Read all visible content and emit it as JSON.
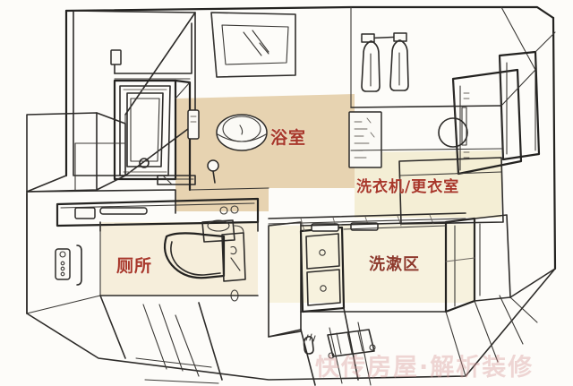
{
  "image": {
    "kind": "hand-drawn-floor-plan-illustration",
    "title": "Japanese dry-wet separated bathroom layout sketch",
    "background_color": "#fdfcf9",
    "ink_color": "#2b2b2b",
    "label_color": "#a8372a"
  },
  "zones": [
    {
      "id": "bathroom",
      "label": "浴室",
      "fill_color": "#e7d3b1",
      "contents": [
        "bathtub",
        "shower-head",
        "window",
        "towel-bar",
        "floor-drain",
        "stool"
      ]
    },
    {
      "id": "laundry",
      "label": "洗衣机/更衣室",
      "fill_color": "#f4eed5",
      "contents": [
        "washing-machine",
        "dryer",
        "hanging-clothes",
        "clothes-rail",
        "wall-poster"
      ]
    },
    {
      "id": "toilet",
      "label": "厕所",
      "fill_color": "#f6eedb",
      "contents": [
        "toilet",
        "wall-control-panel",
        "grab-bar",
        "paper-holder",
        "counter"
      ]
    },
    {
      "id": "washbasin",
      "label": "洗漱区",
      "fill_color": "#f7f2de",
      "contents": [
        "double-sink",
        "mirror-cabinet",
        "towel-shelf",
        "doorway",
        "floor-mat",
        "slippers"
      ]
    }
  ],
  "fixtures": {
    "bathtub": "bathtub-icon",
    "shower": "shower-head-icon",
    "window": "window-icon",
    "towel_bar": "towel-bar-icon",
    "washing_machine": "washing-machine-icon",
    "dryer": "dryer-icon",
    "clothes": "hanging-clothes-icon",
    "toilet": "toilet-icon",
    "control_panel": "control-panel-icon",
    "sink_upper": "sink-icon",
    "sink_lower": "sink-icon",
    "slippers": "slippers-icon",
    "floor_mat": "floor-mat-icon",
    "stool": "stool-icon",
    "drain": "floor-drain-icon"
  },
  "watermark": {
    "text": "快传房屋·解析装修"
  }
}
